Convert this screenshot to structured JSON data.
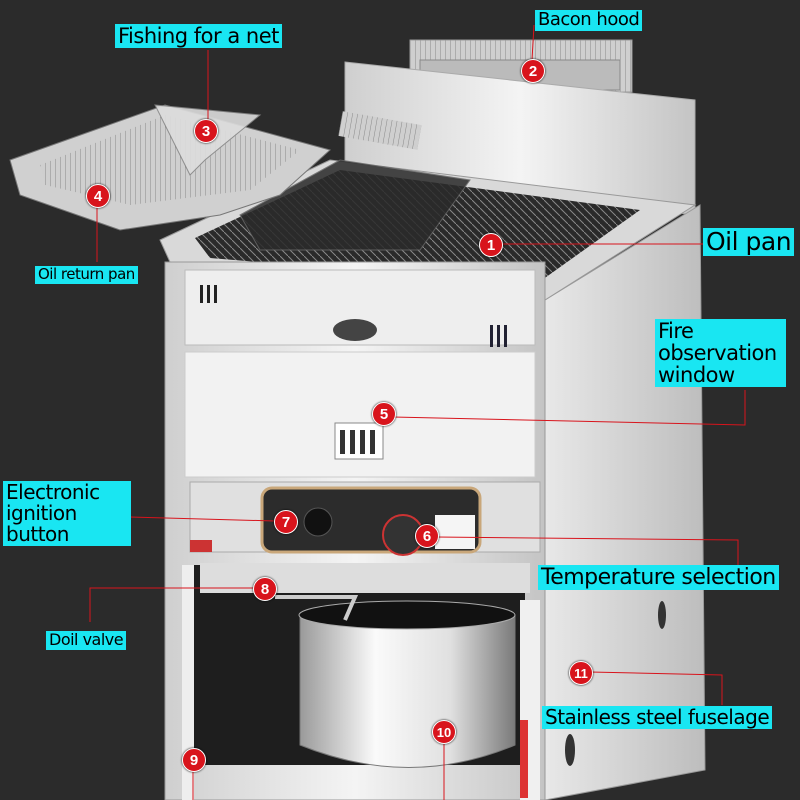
{
  "labels": {
    "oil_pan": "Oil pan",
    "bacon_hood": "Bacon hood",
    "fishing_net": "Fishing for a net",
    "oil_return_pan": "Oil return pan",
    "fire_window": "Fire observation window",
    "ignition": "Electronic ignition button",
    "temperature": "Temperature selection",
    "doil_valve": "Doil valve",
    "fuselage": "Stainless steel fuselage"
  },
  "markers": [
    "1",
    "2",
    "3",
    "4",
    "5",
    "6",
    "7",
    "8",
    "9",
    "10",
    "11"
  ],
  "colors": {
    "label_bg": "#19e6f2",
    "marker": "#d8141c",
    "background": "#2b2b2b"
  }
}
